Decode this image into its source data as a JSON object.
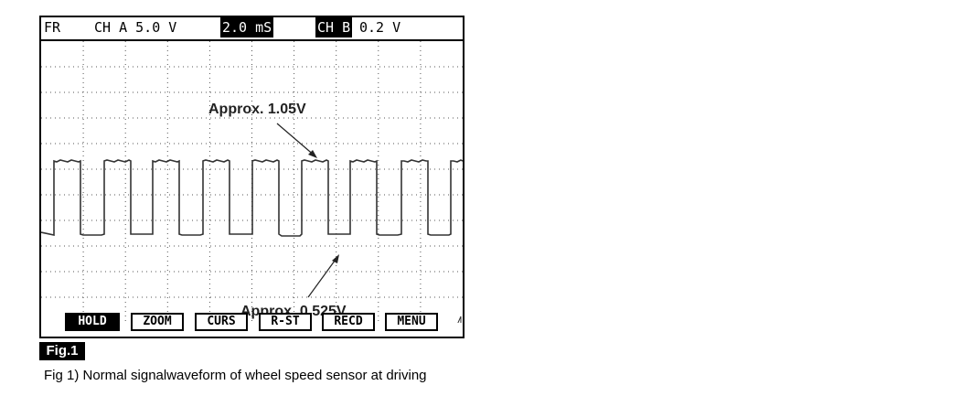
{
  "status_bar": {
    "mode": "FR",
    "channel_a": "CH A 5.0 V",
    "timebase": "2.0 mS",
    "channel_b_tag": "CH B",
    "channel_b_scale": "0.2 V"
  },
  "annotations": {
    "high": "Approx. 1.05V",
    "low": "Approx. 0.525V"
  },
  "buttons": [
    {
      "label": "HOLD",
      "active": true
    },
    {
      "label": "ZOOM",
      "active": false
    },
    {
      "label": "CURS",
      "active": false
    },
    {
      "label": "R-ST",
      "active": false
    },
    {
      "label": "RECD",
      "active": false
    },
    {
      "label": "MENU",
      "active": false
    }
  ],
  "figure": {
    "label": "Fig.1",
    "caption": "Fig 1) Normal signalwaveform of wheel speed sensor at driving"
  },
  "colors": {
    "trace": "#333333",
    "grid": "#555555",
    "frame": "#000000"
  }
}
